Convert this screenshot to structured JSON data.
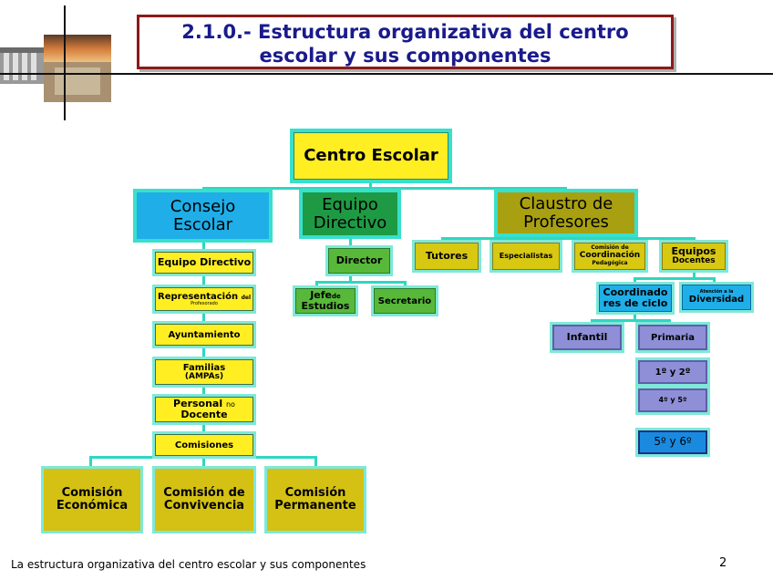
{
  "title": {
    "line1": "2.1.0.- Estructura organizativa del centro",
    "line2": "escolar y sus componentes"
  },
  "root": "Centro Escolar",
  "level1": {
    "consejo": [
      "Consejo",
      "Escolar"
    ],
    "equipo": [
      "Equipo",
      "Directivo"
    ],
    "claustro": [
      "Claustro de",
      "Profesores"
    ]
  },
  "consejo_items": {
    "equipo_directivo": "Equipo Directivo",
    "representacion": "Representación",
    "representacion_small1": "del",
    "representacion_small2": "Profesorado",
    "ayuntamiento": "Ayuntamiento",
    "familias1": "Familias",
    "familias2": "(AMPAs)",
    "personal1": "Personal",
    "personal_small": "no",
    "personal2": "Docente",
    "comisiones": "Comisiones"
  },
  "comisiones": [
    [
      "Comisión",
      "Económica"
    ],
    [
      "Comisión de",
      "Convivencia"
    ],
    [
      "Comisión",
      "Permanente"
    ]
  ],
  "equipo_items": {
    "director": "Director",
    "jefe1": "Jefe",
    "jefe_small": "de",
    "jefe2": "Estudios",
    "secretario": "Secretario"
  },
  "claustro_items": {
    "tutores": "Tutores",
    "especialistas": "Especialistas",
    "ccp_small": "Comisión de",
    "ccp_main": "Coordinación",
    "ccp_sub": "Pedagógica",
    "equipos1": "Equipos",
    "equipos2": "Docentes",
    "coordinadores1": "Coordinado",
    "coordinadores2": "res de ciclo",
    "atencion_small": "Atención a la",
    "atencion_main": "Diversidad",
    "infantil": "Infantil",
    "primaria": "Primaria",
    "c12": "1º y 2º",
    "c45": "4º y 5º",
    "c56": "5º y 6º"
  },
  "footer": "La estructura organizativa del centro escolar y sus componentes",
  "page_number": "2"
}
